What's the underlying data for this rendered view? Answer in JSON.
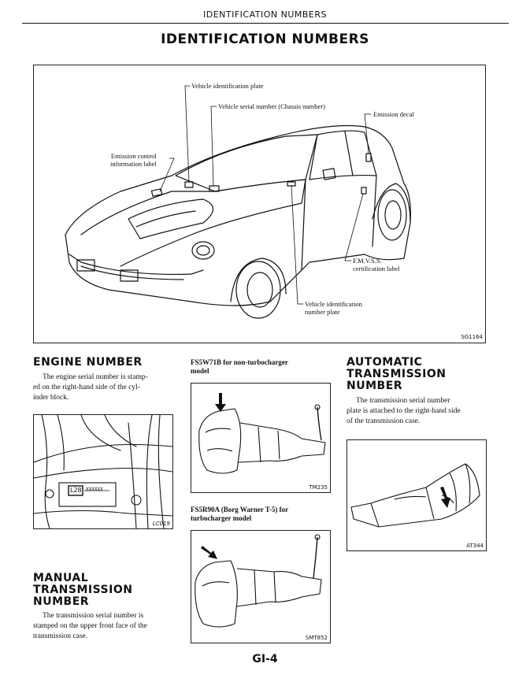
{
  "running_head": "IDENTIFICATION NUMBERS",
  "page_title": "IDENTIFICATION NUMBERS",
  "main_figure": {
    "code": "SG1164",
    "callouts": {
      "vehicle_id_plate": "Vehicle identification plate",
      "vehicle_serial": "Vehicle serial number (Chassis number)",
      "emission_decal": "Emission decal",
      "emission_control_line1": "Emission control",
      "emission_control_line2": "information label",
      "fmvss_line1": "F.M.V.S.S.",
      "fmvss_line2": "certification label",
      "vin_plate_line1": "Vehicle identification",
      "vin_plate_line2": "number plate"
    }
  },
  "engine_number": {
    "heading": "ENGINE NUMBER",
    "body_lines": [
      "The engine serial number is stamp-",
      "ed on the right-hand side of the cyl-",
      "inder block."
    ],
    "figure_code": "LC019",
    "engine_plate_text": "L28",
    "engine_serial_text": "XXXXXX"
  },
  "manual_transmission": {
    "heading_lines": [
      "MANUAL",
      "TRANSMISSION",
      "NUMBER"
    ],
    "body_lines": [
      "The transmission serial number is",
      "stamped on the upper front face of the",
      "transmission case."
    ]
  },
  "fs5w71b": {
    "label_lines": [
      "FS5W71B for non-turbocharger",
      "model"
    ],
    "figure_code": "TM235"
  },
  "fs5r90a": {
    "label_lines": [
      "FS5R90A (Borg Warner T-5) for",
      "turbocharger model"
    ],
    "figure_code": "SMT852"
  },
  "automatic_transmission": {
    "heading_lines": [
      "AUTOMATIC",
      "TRANSMISSION",
      "NUMBER"
    ],
    "body_lines": [
      "The transmission serial number",
      "plate is attached to the right-hand side",
      "of the transmission case."
    ],
    "figure_code": "AT344"
  },
  "page_number": "GI-4"
}
